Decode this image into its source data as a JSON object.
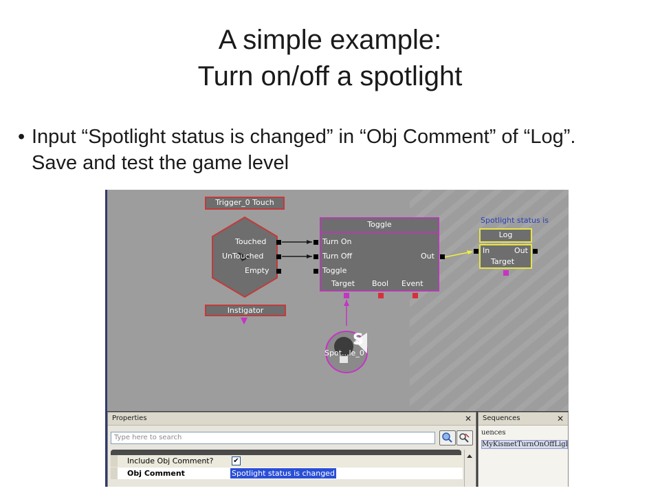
{
  "slide": {
    "title_line1": "A simple example:",
    "title_line2": "Turn on/off a spotlight",
    "bullet": "Input “Spotlight status is changed” in “Obj Comment” of “Log”. Save and test the game level"
  },
  "kismet": {
    "trigger": {
      "title": "Trigger_0 Touch",
      "outputs": [
        "Touched",
        "UnTouched",
        "Empty"
      ],
      "instigator": "Instigator"
    },
    "toggle": {
      "title": "Toggle",
      "inputs": [
        "Turn On",
        "Turn Off",
        "Toggle"
      ],
      "output": "Out",
      "vars": [
        "Target",
        "Bool",
        "Event"
      ]
    },
    "log": {
      "comment": "Spotlight status is",
      "title": "Log",
      "input": "In",
      "output": "Out",
      "var": "Target"
    },
    "spotlight": {
      "label": "Spot...le_0",
      "glyph": "S"
    }
  },
  "properties": {
    "title": "Properties",
    "search_placeholder": "Type here to search",
    "rows": [
      {
        "name": "Include Obj Comment?",
        "checked": true
      },
      {
        "name": "Obj Comment",
        "value": "Spotlight status is changed"
      }
    ],
    "icons": [
      "search-icon",
      "clear-search-icon",
      "close-icon"
    ]
  },
  "sequences": {
    "title": "Sequences",
    "line1": "uences",
    "line2": "MyKismetTurnOnOffLigl"
  },
  "colors": {
    "canvas": "#9d9d9d",
    "node_border_red": "#c33a3a",
    "node_border_magenta": "#b03fb0",
    "node_border_yellow": "#e7e44a",
    "link_yellow": "#f2ef3c",
    "link_magenta": "#c534c5",
    "selection_blue": "#2a4fd6"
  }
}
